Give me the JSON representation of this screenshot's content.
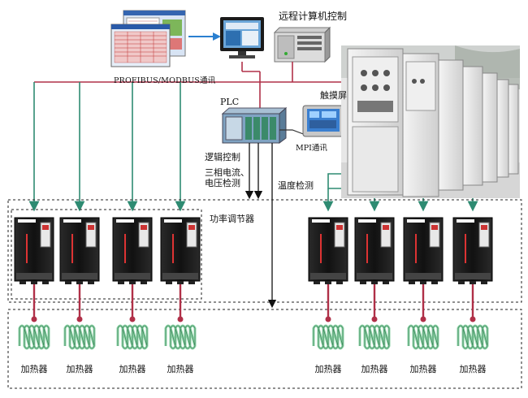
{
  "labels": {
    "remote_computer": "远程计算机控制",
    "bus": "PROFIBUS/MODBUS通讯",
    "plc": "PLC",
    "touch_screen": "触摸屏",
    "mpi": "MPI通讯",
    "logic_control": "逻辑控制",
    "current_detect_line1": "三相电流、",
    "current_detect_line2": "电压检测",
    "temperature_detect": "温度检测",
    "power_regulator": "功率调节器",
    "heater": "加热器"
  },
  "heaters": [
    "加热器",
    "加热器",
    "加热器",
    "加热器",
    "加热器",
    "加热器",
    "加热器",
    "加热器"
  ],
  "icons": {
    "pc": "monitor-icon",
    "industrial_pc": "industrial-pc-icon",
    "software": "software-window-icon",
    "plc": "plc-rack-icon",
    "touch": "touch-panel-icon",
    "cabinet": "control-cabinet-photo",
    "regulator": "thyristor-regulator-icon",
    "heater": "heating-element-icon"
  },
  "colors": {
    "bus_line": "#b03048",
    "teal_arrow": "#2e8b72",
    "black_line": "#111111",
    "dash_box": "#222222",
    "heater_coil": "#8fd3a8"
  }
}
